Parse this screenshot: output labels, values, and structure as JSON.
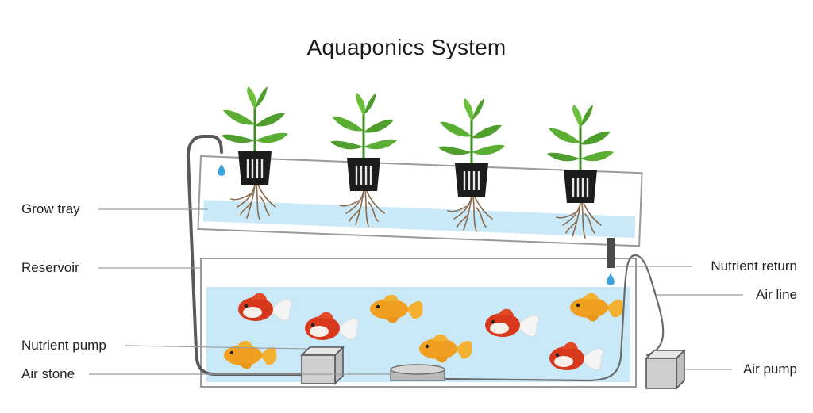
{
  "title": "Aquaponics System",
  "labels": {
    "grow_tray": "Grow tray",
    "reservoir": "Reservoir",
    "nutrient_pump": "Nutrient pump",
    "air_stone": "Air stone",
    "nutrient_return": "Nutrient return",
    "air_line": "Air line",
    "air_pump": "Air pump"
  },
  "colors": {
    "water": "#c9e9f8",
    "leaf": "#4f9e2e",
    "leaf_light": "#6cbf3b",
    "pot": "#1c1c1c",
    "root": "#8a6a4c",
    "tube": "#5a5a5a",
    "goldfish": "#f0a020",
    "fantail": "#d8381c"
  },
  "counts": {
    "plants": 4
  },
  "icons": [
    "plant-icon",
    "goldfish-icon",
    "fantail-goldfish-icon",
    "water-drop-icon",
    "pump-box-icon",
    "air-stone-icon"
  ]
}
